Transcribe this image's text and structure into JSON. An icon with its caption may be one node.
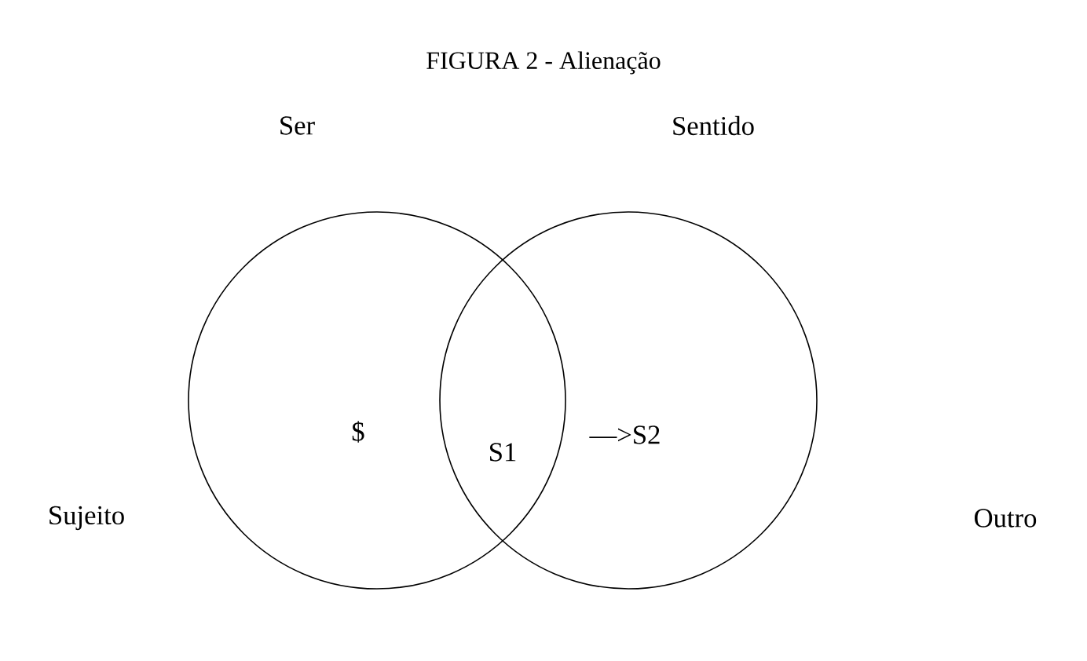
{
  "diagram": {
    "title": "FIGURA 2 - Alienação",
    "nodes": [
      {
        "text": [
          "Ser",
          "$"
        ]
      },
      {
        "text": [
          "Sentido"
        ]
      }
    ],
    "labels": [
      "S1",
      "—>S2",
      "Sujeito",
      "Outro"
    ]
  }
}
